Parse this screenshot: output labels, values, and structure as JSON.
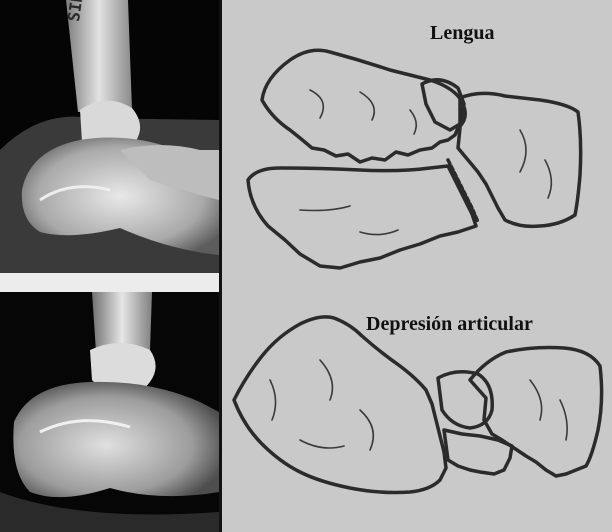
{
  "labels": {
    "top_drawing": "Lengua",
    "bottom_drawing": "Depresión articular"
  },
  "film_marks": "SIHS"
}
